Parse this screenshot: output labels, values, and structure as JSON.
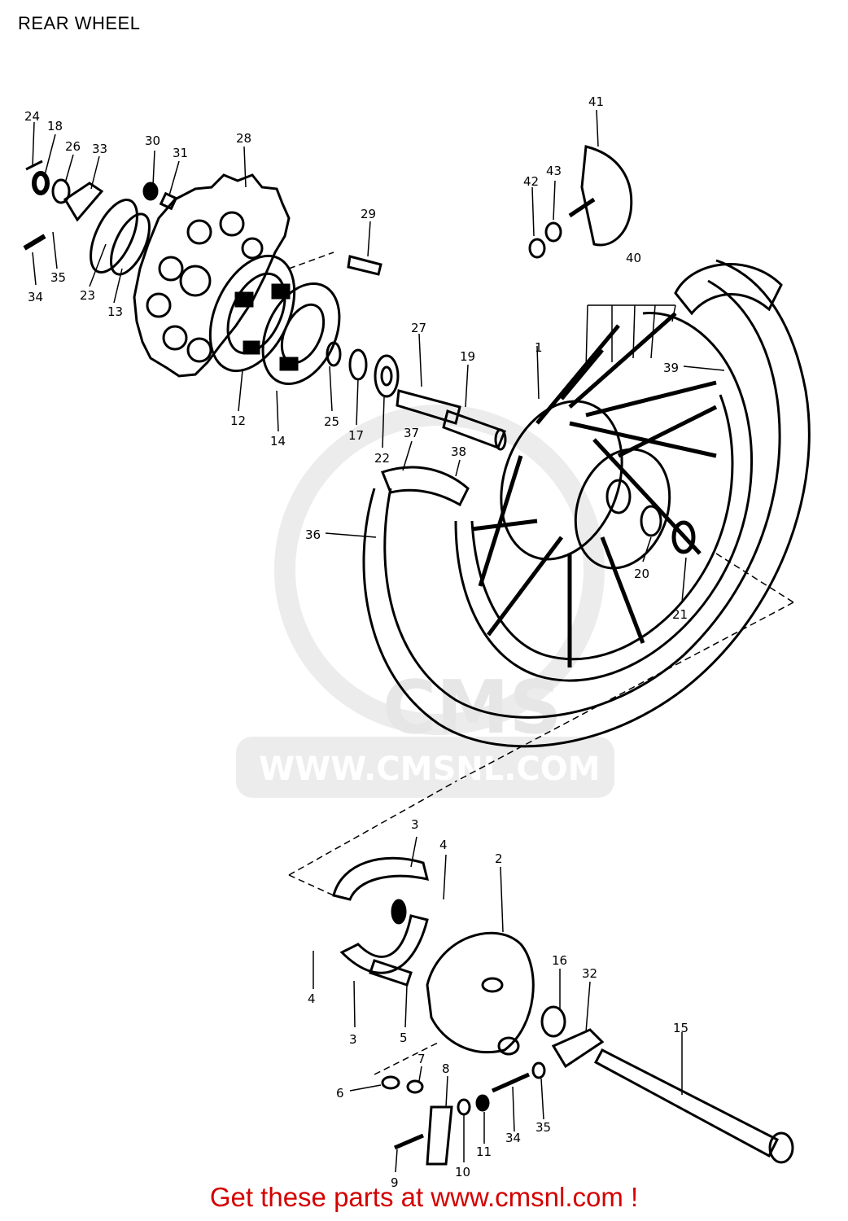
{
  "header": {
    "title": "REAR WHEEL"
  },
  "watermark": {
    "text": "WWW.CMSNL.COM",
    "logo_text": "CMS"
  },
  "footer": {
    "text": "Get these parts at www.cmsnl.com !"
  },
  "colors": {
    "footer": "#d40000",
    "watermark": "#e6e6e6",
    "ink": "#000000"
  },
  "parts": {
    "p24": "24",
    "p18": "18",
    "p26": "26",
    "p33": "33",
    "p30": "30",
    "p31": "31",
    "p28": "28",
    "p34a": "34",
    "p35a": "35",
    "p23": "23",
    "p13": "13",
    "p29": "29",
    "p12": "12",
    "p14": "14",
    "p25": "25",
    "p17": "17",
    "p22": "22",
    "p27": "27",
    "p19": "19",
    "p1": "1",
    "p37": "37",
    "p38": "38",
    "p36": "36",
    "p41": "41",
    "p42": "42",
    "p43": "43",
    "p40": "40",
    "p39": "39",
    "p20": "20",
    "p21": "21",
    "p3a": "3",
    "p4a": "4",
    "p2": "2",
    "p4b": "4",
    "p3b": "3",
    "p5": "5",
    "p16": "16",
    "p32": "32",
    "p15": "15",
    "p7": "7",
    "p8": "8",
    "p6": "6",
    "p34b": "34",
    "p35b": "35",
    "p11": "11",
    "p10": "10",
    "p9": "9"
  }
}
